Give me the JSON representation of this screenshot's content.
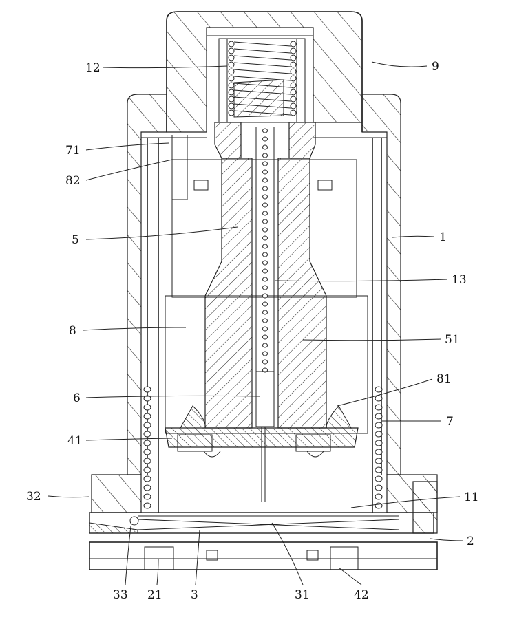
{
  "labels": {
    "l12": "12",
    "l9": "9",
    "l71": "71",
    "l82": "82",
    "l5": "5",
    "l1": "1",
    "l13": "13",
    "l8": "8",
    "l51": "51",
    "l81": "81",
    "l6": "6",
    "l7": "7",
    "l41": "41",
    "l32": "32",
    "l11": "11",
    "l2": "2",
    "l33": "33",
    "l21": "21",
    "l3": "3",
    "l31": "31",
    "l42": "42"
  }
}
